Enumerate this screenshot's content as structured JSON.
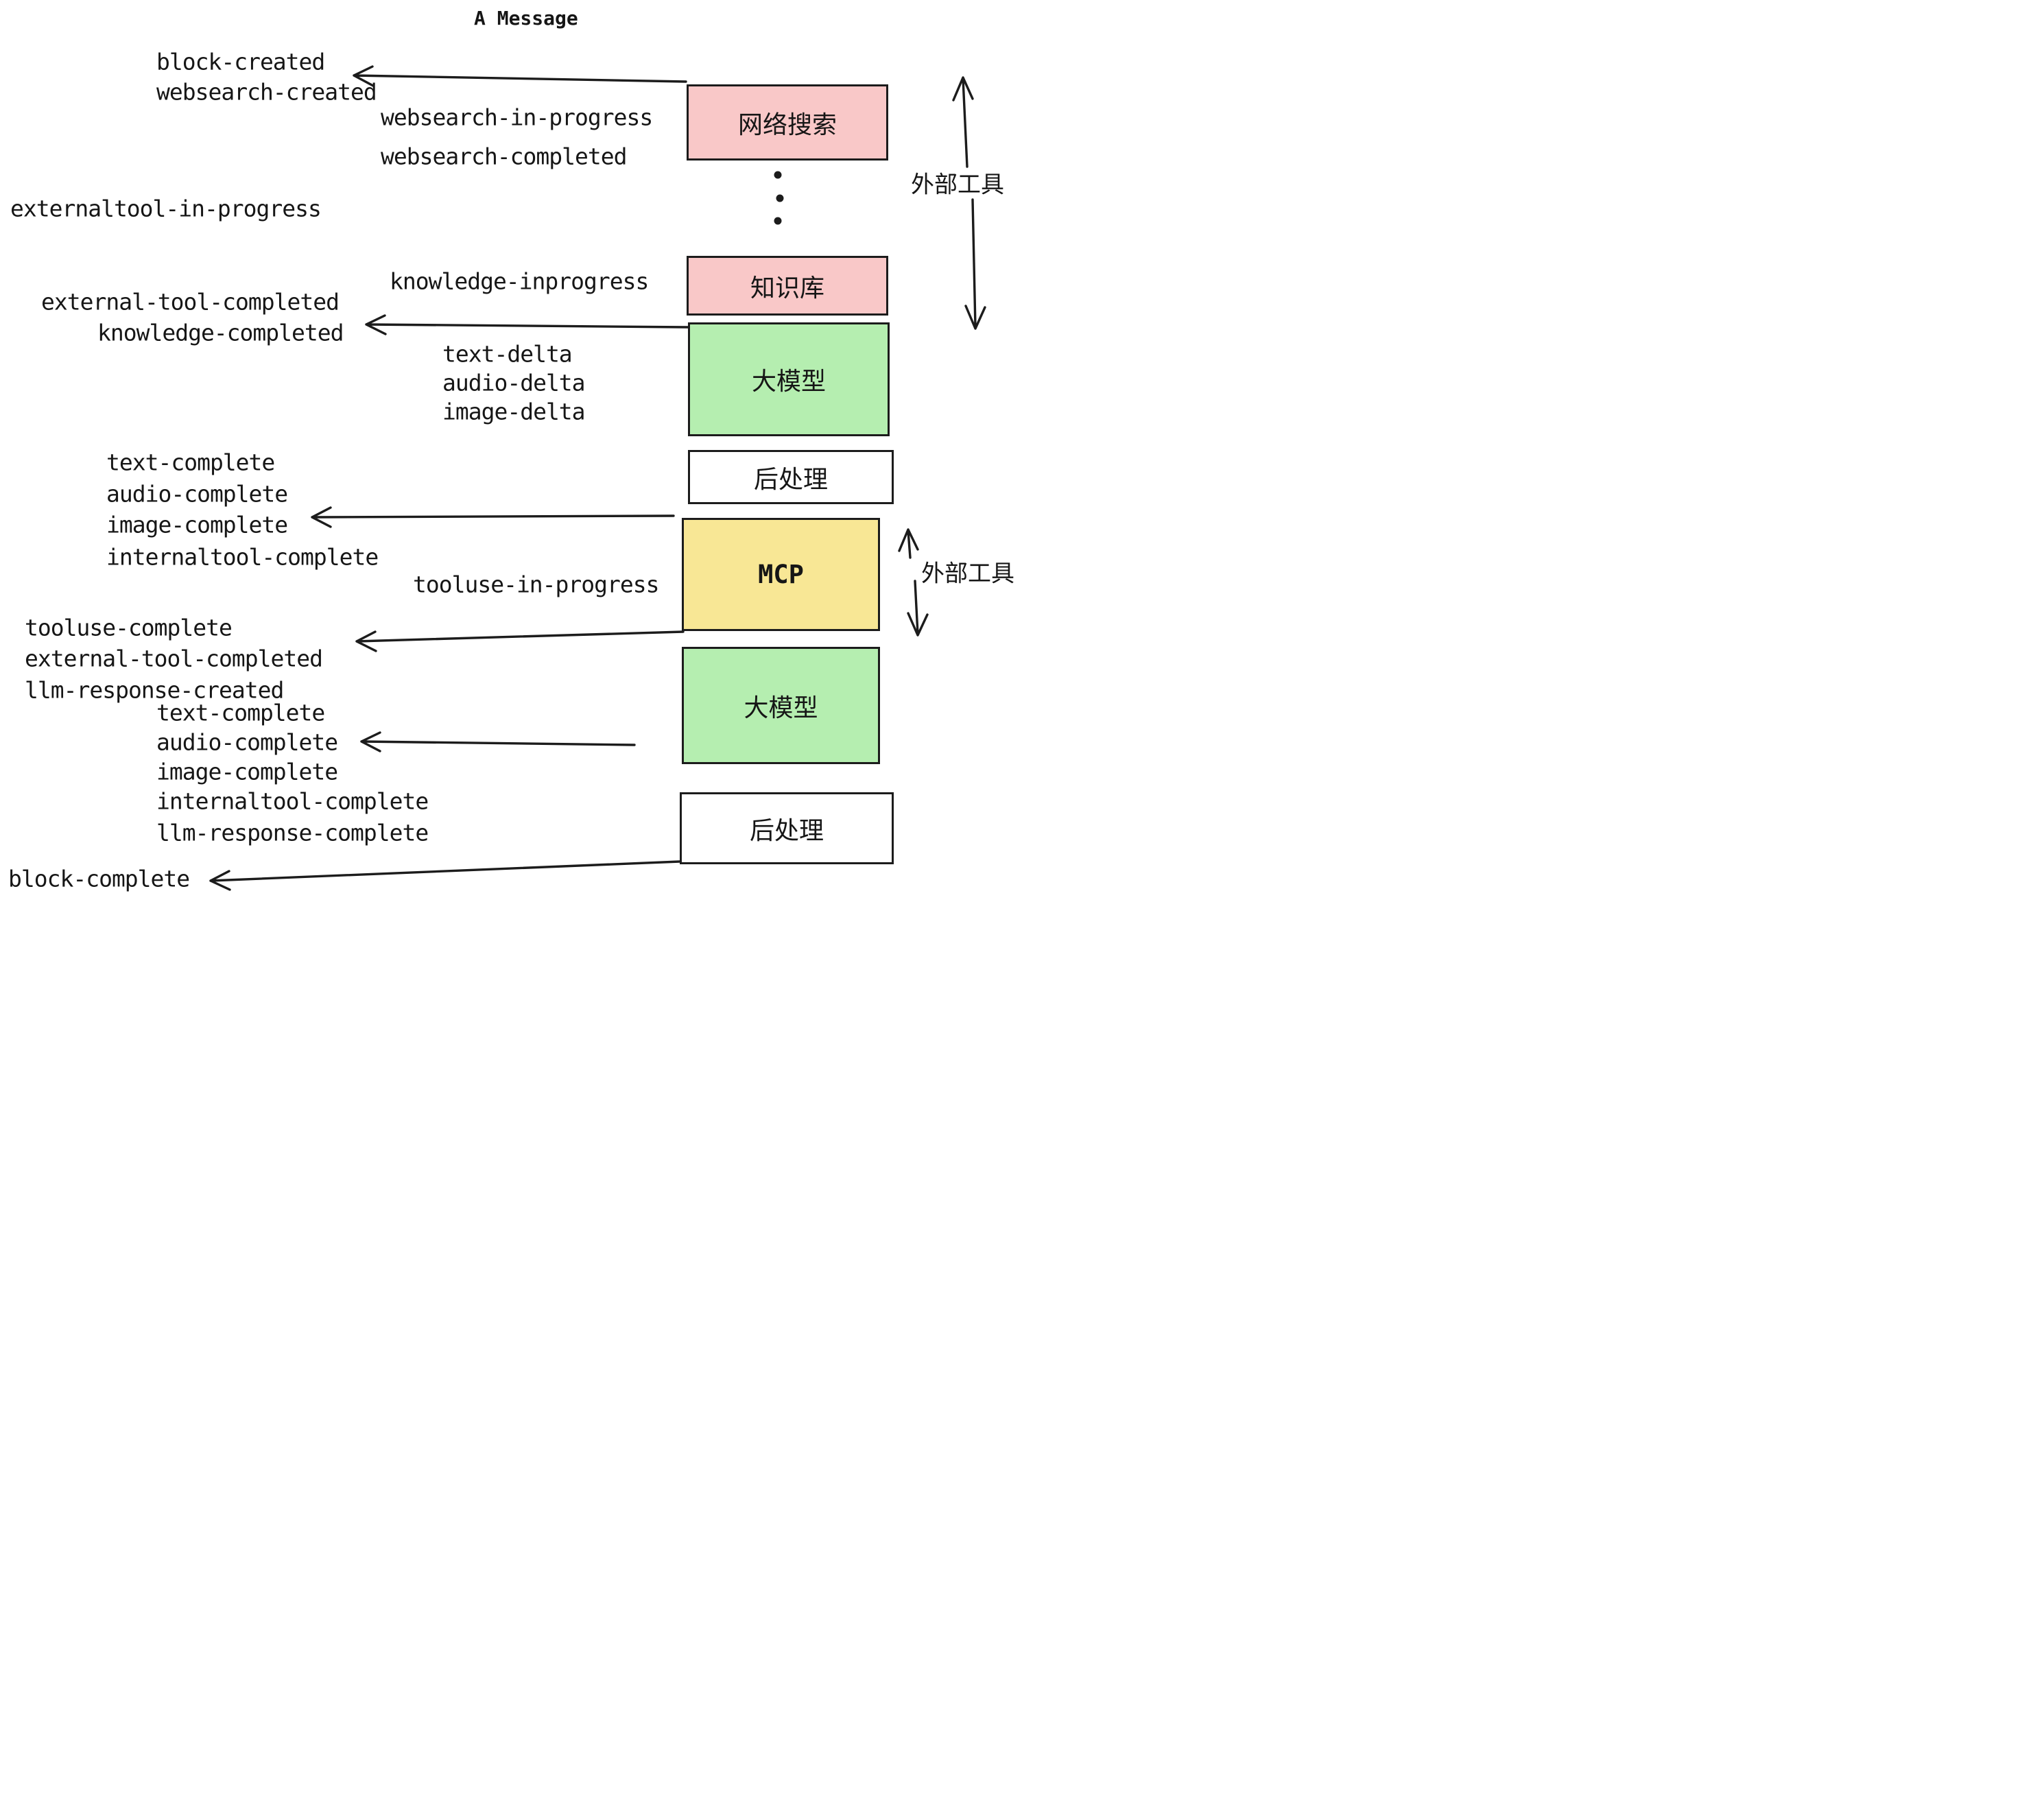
{
  "header": {
    "title": "A Message"
  },
  "events": [
    {
      "id": "block-created",
      "text": "block-created"
    },
    {
      "id": "websearch-created",
      "text": "websearch-created"
    },
    {
      "id": "websearch-in-progress",
      "text": "websearch-in-progress"
    },
    {
      "id": "websearch-completed",
      "text": "websearch-completed"
    },
    {
      "id": "externaltool-in-progress",
      "text": "externaltool-in-progress"
    },
    {
      "id": "knowledge-inprogress",
      "text": "knowledge-inprogress"
    },
    {
      "id": "external-tool-completed-1",
      "text": "external-tool-completed"
    },
    {
      "id": "knowledge-completed",
      "text": "knowledge-completed"
    },
    {
      "id": "text-delta-1",
      "text": "text-delta"
    },
    {
      "id": "audio-delta-1",
      "text": "audio-delta"
    },
    {
      "id": "image-delta-1",
      "text": "image-delta"
    },
    {
      "id": "text-complete-1",
      "text": "text-complete"
    },
    {
      "id": "audio-complete-1",
      "text": "audio-complete"
    },
    {
      "id": "image-complete-1",
      "text": "image-complete"
    },
    {
      "id": "internaltool-complete-1",
      "text": "internaltool-complete"
    },
    {
      "id": "tooluse-in-progress",
      "text": "tooluse-in-progress"
    },
    {
      "id": "tooluse-complete",
      "text": "tooluse-complete"
    },
    {
      "id": "external-tool-completed-2",
      "text": "external-tool-completed"
    },
    {
      "id": "llm-response-created",
      "text": "llm-response-created"
    },
    {
      "id": "text-complete-2",
      "text": "text-complete"
    },
    {
      "id": "audio-complete-2",
      "text": "audio-complete"
    },
    {
      "id": "image-complete-2",
      "text": "image-complete"
    },
    {
      "id": "internaltool-complete-2",
      "text": "internaltool-complete"
    },
    {
      "id": "llm-response-complete",
      "text": "llm-response-complete"
    },
    {
      "id": "block-complete",
      "text": "block-complete"
    }
  ],
  "pipeline": [
    {
      "id": "websearch-box",
      "label": "网络搜索",
      "color": "#f9c8c8"
    },
    {
      "id": "knowledge-box",
      "label": "知识库",
      "color": "#f9c8c8"
    },
    {
      "id": "llm-box-1",
      "label": "大模型",
      "color": "#b5eeb0"
    },
    {
      "id": "postprocess-box-1",
      "label": "后处理",
      "color": "#ffffff"
    },
    {
      "id": "mcp-box",
      "label": "MCP",
      "color": "#f8e795"
    },
    {
      "id": "llm-box-2",
      "label": "大模型",
      "color": "#b5eeb0"
    },
    {
      "id": "postprocess-box-2",
      "label": "后处理",
      "color": "#ffffff"
    }
  ],
  "side_labels": [
    {
      "id": "external-tools-top",
      "text": "外部工具"
    },
    {
      "id": "external-tools-mid",
      "text": "外部工具"
    }
  ],
  "icons": {
    "ellipsis_vertical": "vertical-dots"
  },
  "colors": {
    "pink": "#f9c8c8",
    "green": "#b5eeb0",
    "yellow": "#f8e795",
    "white": "#ffffff",
    "line": "#1c1c1c"
  }
}
